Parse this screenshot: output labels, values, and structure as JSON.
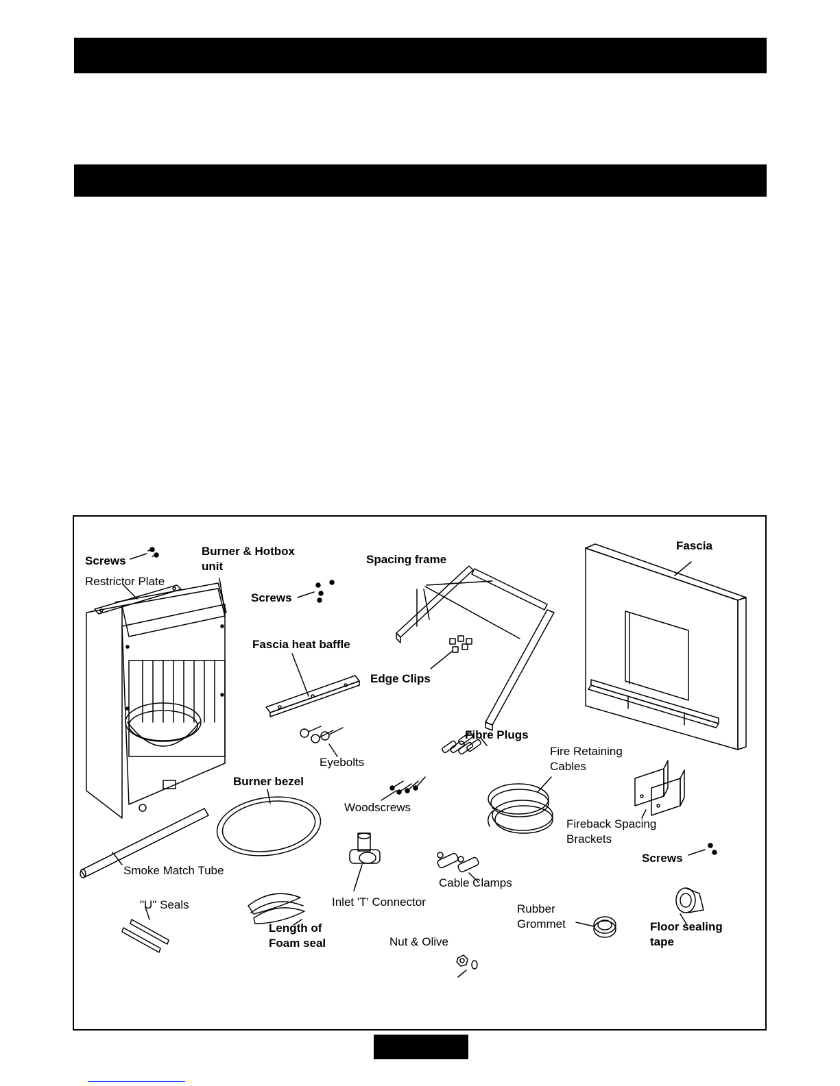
{
  "figure": {
    "labels": {
      "screws_1": "Screws",
      "burner_hotbox": "Burner & Hotbox\nunit",
      "restrictor_plate": "Restrictor Plate",
      "screws_2": "Screws",
      "spacing_frame": "Spacing frame",
      "fascia": "Fascia",
      "fascia_heat_baffle": "Fascia heat baffle",
      "edge_clips": "Edge Clips",
      "fibre_plugs": "Fibre Plugs",
      "fire_retaining_cables": "Fire Retaining\nCables",
      "eyebolts": "Eyebolts",
      "burner_bezel": "Burner bezel",
      "woodscrews": "Woodscrews",
      "fireback_spacing_brackets": "Fireback Spacing\nBrackets",
      "screws_3": "Screws",
      "smoke_match_tube": "Smoke Match Tube",
      "cable_clamps": "Cable Clamps",
      "u_seals": "\"U\" Seals",
      "foam_seal": "Length of\nFoam seal",
      "inlet_t_connector": "Inlet 'T' Connector",
      "rubber_grommet": "Rubber\nGrommet",
      "floor_sealing_tape": "Floor sealing\ntape",
      "nut_olive": "Nut & Olive"
    }
  }
}
